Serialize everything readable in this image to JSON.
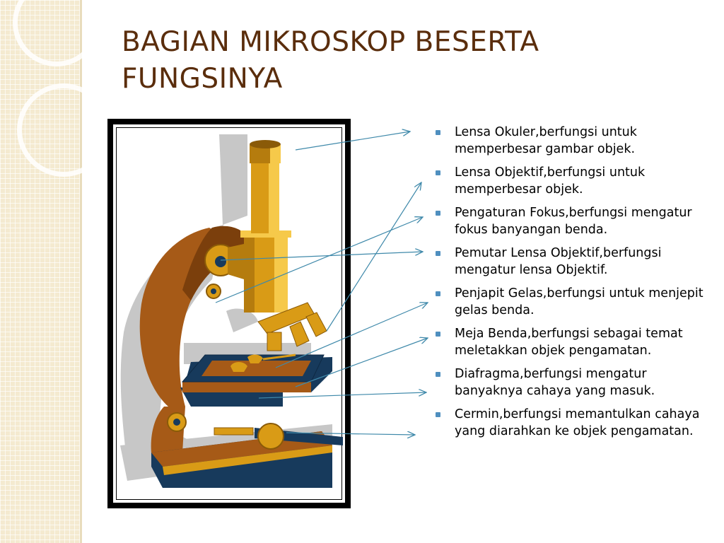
{
  "slide": {
    "title_line1": "BAGIAN MIKROSKOP BESERTA",
    "title_line2": "FUNGSINYA"
  },
  "illustration": {
    "icon": "microscope-illustration",
    "colors": {
      "arm": "#a65a17",
      "arm_dark": "#7b3f0c",
      "base_blue": "#173a5c",
      "brass": "#d99b16",
      "brass_light": "#f6c94a",
      "shadow": "#c7c7c7"
    }
  },
  "arrows": {
    "color": "#3f89aa"
  },
  "parts": [
    {
      "text": "Lensa Okuler,berfungsi untuk memperbesar gambar objek."
    },
    {
      "text": "Lensa Objektif,berfungsi untuk memperbesar objek."
    },
    {
      "text": "Pengaturan Fokus,berfungsi mengatur fokus banyangan benda."
    },
    {
      "text": "Pemutar Lensa Objektif,berfungsi mengatur lensa Objektif."
    },
    {
      "text": "Penjapit Gelas,berfungsi untuk menjepit gelas benda."
    },
    {
      "text": "Meja Benda,berfungsi sebagai temat meletakkan objek pengamatan."
    },
    {
      "text": "Diafragma,berfungsi mengatur banyaknya cahaya yang masuk."
    },
    {
      "text": "Cermin,berfungsi memantulkan cahaya yang diarahkan ke objek pengamatan."
    }
  ]
}
